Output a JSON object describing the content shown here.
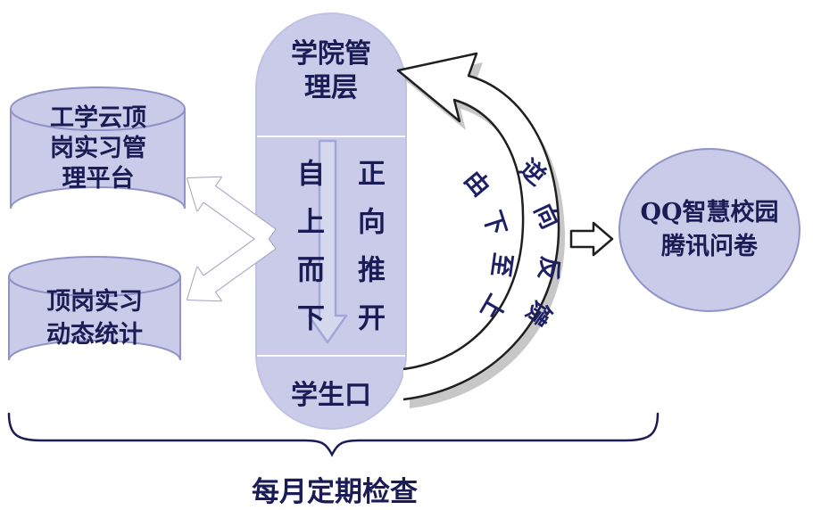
{
  "colors": {
    "shape_fill": "#c9cbe9",
    "shape_stroke": "#9193c7",
    "text_color": "#1b1c55",
    "curve_text_color": "#1e2066",
    "arrow_fill": "#ffffff",
    "arrow_outline": "#1f1f1f",
    "chevron_outline": "#a0a2bd",
    "capsule_arrow_stroke": "#a3a6d8",
    "shadow_color": "#8f8f8f"
  },
  "capsule": {
    "top_line1": "学院管",
    "top_line2": "理层",
    "left_vertical": "自上而下",
    "right_vertical": "正向推开",
    "bottom_label": "学生口"
  },
  "databases": [
    {
      "lines": [
        "工学云顶",
        "岗实习管",
        "理平台"
      ]
    },
    {
      "lines": [
        "顶岗实习",
        "动态统计"
      ]
    }
  ],
  "survey": {
    "line1": "QQ智慧校园",
    "line2": "腾讯问卷"
  },
  "feedback": {
    "inner_chars": [
      "由",
      "下",
      "至",
      "上"
    ],
    "outer_chars": [
      "逆",
      "向",
      "反",
      "馈"
    ]
  },
  "brace": {
    "label": "每月定期检查"
  }
}
